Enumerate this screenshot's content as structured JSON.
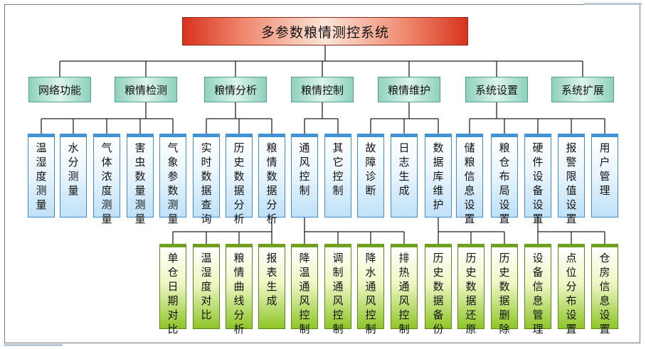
{
  "title": "多参数粮情测控系统",
  "categories": [
    {
      "label": "网络功能",
      "items": [
        "温\n湿\n度\n测\n量",
        "水\n分\n测\n量",
        "气\n体\n浓\n度\n测\n量",
        "害\n虫\n数\n量\n测\n量",
        "气\n象\n参\n数\n测\n量"
      ]
    },
    {
      "label": "粮情检测"
    },
    {
      "label": "粮情分析",
      "items": [
        "实\n时\n数\n据\n查\n询",
        "历\n史\n数\n据\n分\n析",
        "粮\n情\n数\n据\n分\n析"
      ]
    },
    {
      "label": "粮情控制",
      "items": [
        "通\n风\n控\n制",
        "其\n它\n控\n制"
      ]
    },
    {
      "label": "粮情维护",
      "items": [
        "故\n障\n诊\n断",
        "日\n志\n生\n成",
        "数\n据\n库\n维\n护"
      ]
    },
    {
      "label": "系统设置",
      "items": [
        "储\n粮\n信\n息\n设\n置",
        "粮\n仓\n布\n局\n设\n置",
        "硬\n件\n设\n备\n设\n置",
        "报\n警\n限\n值\n设\n置",
        "用\n户\n管\n理"
      ]
    },
    {
      "label": "系统扩展"
    }
  ],
  "details": {
    "analysis": [
      "单\n仓\n日\n期\n对\n比",
      "温\n湿\n度\n对\n比",
      "粮\n情\n曲\n线\n分\n析",
      "报\n表\n生\n成"
    ],
    "ventilation": [
      "降\n温\n通\n风\n控\n制",
      "调\n制\n通\n风\n控\n制",
      "降\n水\n通\n风\n控\n制",
      "排\n热\n通\n风\n控\n制"
    ],
    "database": [
      "历\n史\n数\n据\n备\n份",
      "历\n史\n数\n据\n还\n原",
      "历\n史\n数\n据\n删\n除"
    ],
    "hardware": [
      "设\n备\n信\n息\n管\n理",
      "点\n位\n分\n布\n设\n置",
      "仓\n房\n信\n息\n设\n置"
    ]
  }
}
